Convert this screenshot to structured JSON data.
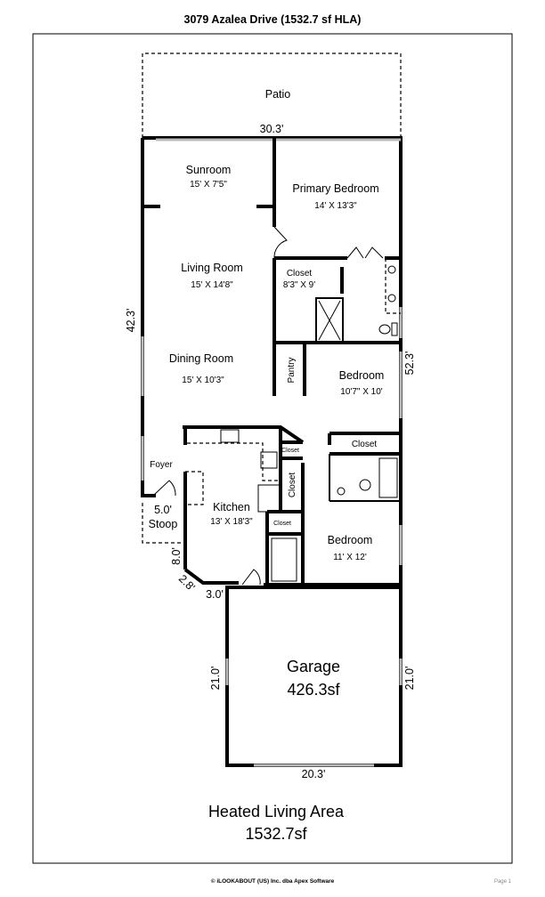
{
  "title": "3079 Azalea Drive (1532.7 sf HLA)",
  "rooms": {
    "patio": {
      "name": "Patio"
    },
    "sunroom": {
      "name": "Sunroom",
      "dims": "15' X 7'5\""
    },
    "primary_bedroom": {
      "name": "Primary Bedroom",
      "dims": "14' X 13'3\""
    },
    "living_room": {
      "name": "Living Room",
      "dims": "15' X 14'8\""
    },
    "primary_closet": {
      "name": "Closet",
      "dims": "8'3\" X 9'"
    },
    "dining_room": {
      "name": "Dining Room",
      "dims": "15' X 10'3\""
    },
    "pantry": {
      "name": "Pantry"
    },
    "bedroom2": {
      "name": "Bedroom",
      "dims": "10'7\" X 10'"
    },
    "bedroom2_closet": {
      "name": "Closet"
    },
    "foyer": {
      "name": "Foyer"
    },
    "kitchen": {
      "name": "Kitchen",
      "dims": "13' X 18'3\""
    },
    "hall_closet_small": {
      "name": "Closet"
    },
    "hall_closet": {
      "name": "Closet"
    },
    "kitchen_closet": {
      "name": "Closet"
    },
    "stoop": {
      "name": "Stoop",
      "dim": "5.0'"
    },
    "bedroom3": {
      "name": "Bedroom",
      "dims": "11' X 12'"
    },
    "garage": {
      "name": "Garage",
      "area": "426.3sf"
    }
  },
  "dimensions": {
    "top": "30.3'",
    "left": "42.3'",
    "right": "52.3'",
    "kitchen_side": "8.0'",
    "kitchen_angle": "2.8'",
    "kitchen_bottom": "3.0'",
    "garage_left": "21.0'",
    "garage_right": "21.0'",
    "garage_bottom": "20.3'"
  },
  "summary": {
    "label": "Heated Living Area",
    "value": "1532.7sf"
  },
  "footer": {
    "copyright": "© iLOOKABOUT (US) Inc. dba Apex Software",
    "page": "Page 1"
  }
}
